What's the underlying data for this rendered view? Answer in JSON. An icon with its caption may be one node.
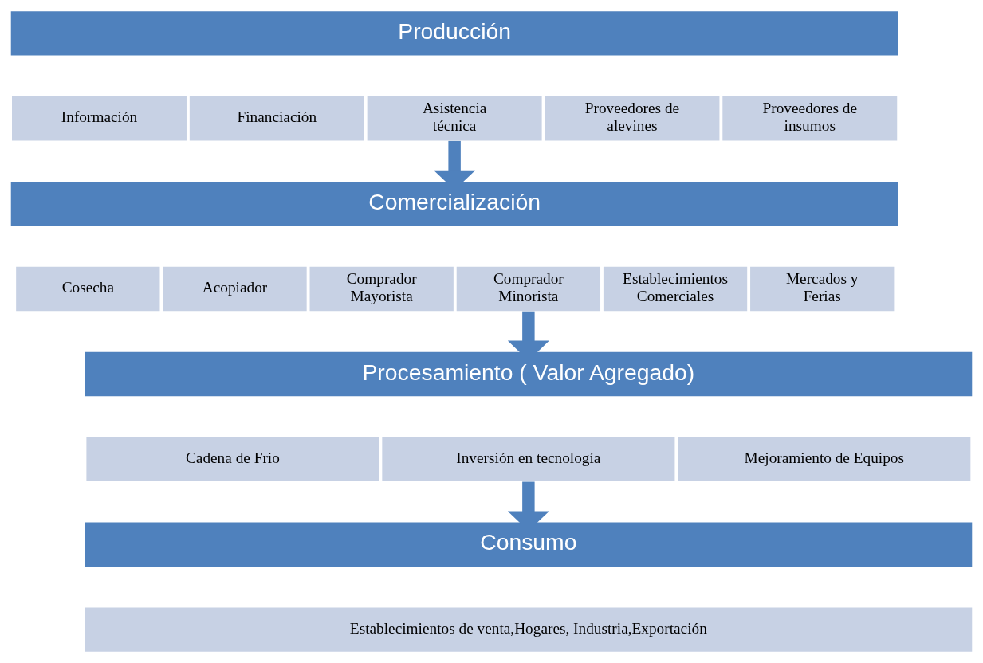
{
  "diagram": {
    "nodes": [
      {
        "text": [
          "Producción"
        ]
      },
      {
        "text": [
          "Información"
        ]
      },
      {
        "text": [
          "Financiación"
        ]
      },
      {
        "text": [
          "Asistencia técnica"
        ]
      },
      {
        "text": [
          "Proveedores de alevines"
        ]
      },
      {
        "text": [
          "Proveedores de insumos"
        ]
      },
      {
        "text": [
          "Comercialización"
        ]
      },
      {
        "text": [
          "Cosecha"
        ]
      },
      {
        "text": [
          "Acopiador"
        ]
      },
      {
        "text": [
          "Comprador Mayorista"
        ]
      },
      {
        "text": [
          "Comprador Minorista"
        ]
      },
      {
        "text": [
          "Establecimientos Comerciales"
        ]
      },
      {
        "text": [
          "Mercados y Ferias"
        ]
      },
      {
        "text": [
          "Procesamiento ( Valor Agregado)"
        ]
      },
      {
        "text": [
          "Cadena de Frio"
        ]
      },
      {
        "text": [
          "Inversión en tecnología"
        ]
      },
      {
        "text": [
          "Mejoramiento de Equipos"
        ]
      },
      {
        "text": [
          "Consumo"
        ]
      },
      {
        "text": [
          "Establecimientos de venta,Hogares, Industria,Exportación"
        ]
      }
    ],
    "edges": [
      {
        "from": 3,
        "to": 6,
        "arrow": "to"
      },
      {
        "from": 10,
        "to": 13,
        "arrow": "to"
      },
      {
        "from": 15,
        "to": 17,
        "arrow": "to"
      }
    ]
  }
}
